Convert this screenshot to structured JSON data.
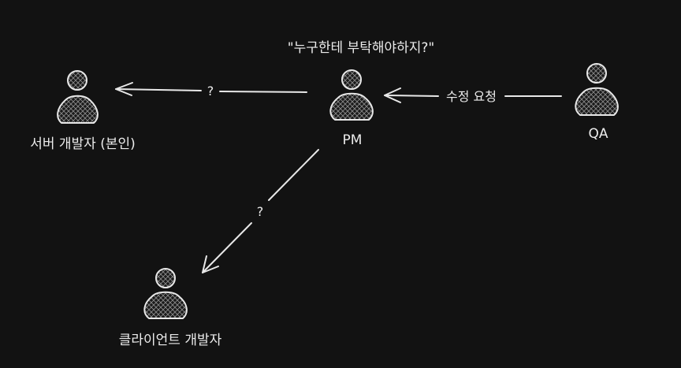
{
  "colors": {
    "background": "#121212",
    "stroke": "#e8e8e8",
    "text": "#ececec"
  },
  "nodes": {
    "server_dev": {
      "label": "서버 개발자 (본인)",
      "icon": "person-icon"
    },
    "pm": {
      "label": "PM",
      "icon": "person-icon"
    },
    "qa": {
      "label": "QA",
      "icon": "person-icon"
    },
    "client_dev": {
      "label": "클라이언트 개발자",
      "icon": "person-icon"
    }
  },
  "thought": "\"누구한테 부탁해야하지?\"",
  "edges": {
    "qa_to_pm": {
      "label": "수정 요청"
    },
    "pm_to_server": {
      "label": "?"
    },
    "pm_to_client": {
      "label": "?"
    }
  }
}
